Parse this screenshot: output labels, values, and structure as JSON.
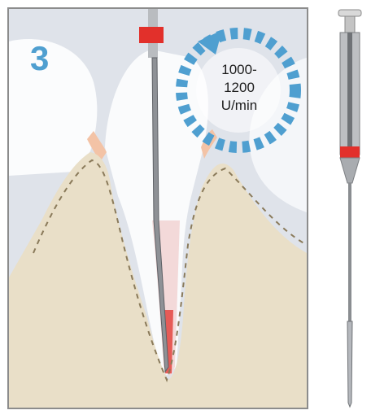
{
  "illustration": {
    "step_number": "3",
    "rotation_speed": [
      "1000-",
      "1200",
      "U/min"
    ]
  },
  "icons": {
    "speed_dial": "dashed-circle-rotation-icon",
    "instrument": "rotary-endodontic-file-icon"
  },
  "colors": {
    "background": "#dfe3ea",
    "tooth": "#fbfcfd",
    "bone": "#e9dfc8",
    "accent_blue": "#4f9fd0",
    "marker_red": "#e2302b"
  }
}
